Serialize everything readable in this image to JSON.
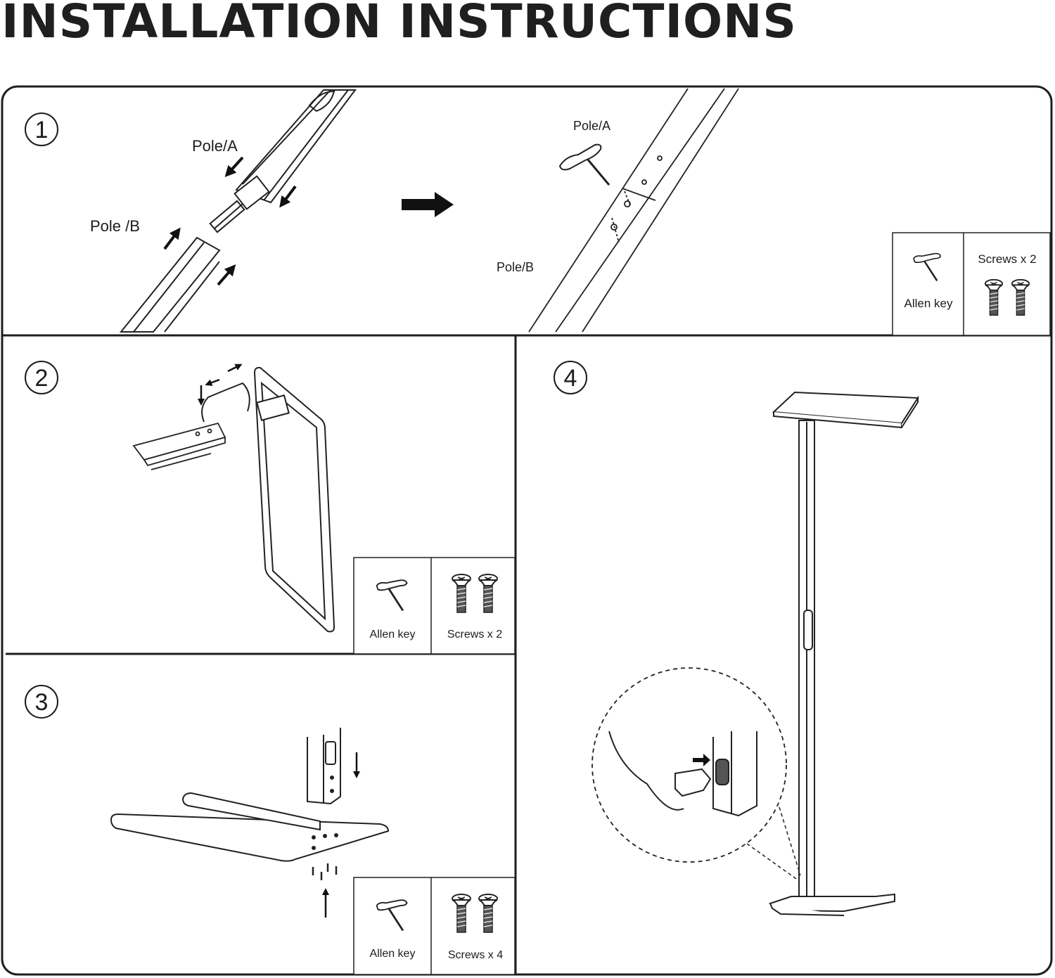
{
  "title": "INSTALLATION INSTRUCTIONS",
  "steps": [
    {
      "number": "1",
      "labels": {
        "pole_a_left": "Pole/A",
        "pole_b_left": "Pole /B",
        "pole_a_right": "Pole/A",
        "pole_b_right": "Pole/B"
      },
      "tools": [
        {
          "icon": "allen-key-icon",
          "label": "Allen key"
        },
        {
          "icon": "screw-icon",
          "label": "Screws x 2"
        }
      ]
    },
    {
      "number": "2",
      "tools": [
        {
          "icon": "allen-key-icon",
          "label": "Allen key"
        },
        {
          "icon": "screw-icon",
          "label": "Screws x 2"
        }
      ]
    },
    {
      "number": "3",
      "tools": [
        {
          "icon": "allen-key-icon",
          "label": "Allen key"
        },
        {
          "icon": "screw-icon",
          "label": "Screws x 4"
        }
      ]
    },
    {
      "number": "4"
    }
  ]
}
